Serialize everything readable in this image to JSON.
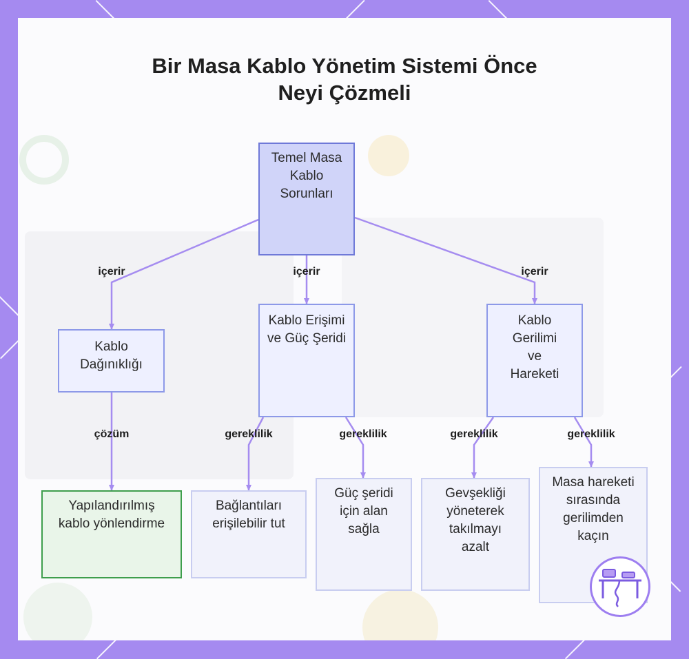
{
  "title": {
    "line1": "Bir Masa Kablo Yönetim Sistemi Önce",
    "line2": "Neyi Çözmeli"
  },
  "nodes": {
    "root": "Temel Masa Kablo Sorunları",
    "dagiiklik": "Kablo Dağınıklığı",
    "erisim": "Kablo Erişimi ve Güç Şeridi",
    "gerilim": "Kablo Gerilimi ve Hareketi",
    "yapilandirilmis": "Yapılandırılmış kablo yönlendirme",
    "baglanti": "Bağlantıları erişilebilir tut",
    "alan": "Güç şeridi için alan sağla",
    "gevseklik": "Gevşekliği yöneterek takılmayı azalt",
    "hareket": "Masa hareketi sırasında gerilimden kaçın"
  },
  "edges": {
    "icerir1": "içerir",
    "icerir2": "içerir",
    "icerir3": "içerir",
    "cozum": "çözüm",
    "gereklilik1": "gereklilik",
    "gereklilik2": "gereklilik",
    "gereklilik3": "gereklilik",
    "gereklilik4": "gereklilik"
  },
  "colors": {
    "frame": "#a58af0",
    "edge": "#a58cf0",
    "root_fill": "#d0d4f9",
    "solution_border": "#3e9e4c"
  },
  "icons": {
    "badge": "desk-cable-icon"
  }
}
